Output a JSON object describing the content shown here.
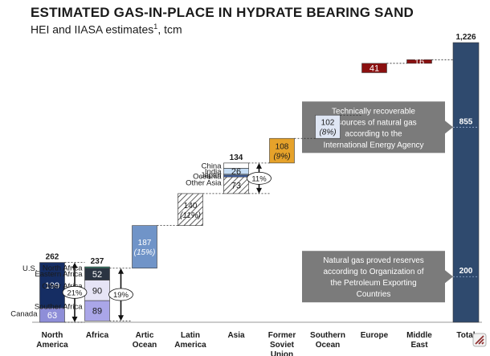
{
  "title": "ESTIMATED GAS-IN-PLACE IN HYDRATE BEARING SAND",
  "subtitle": "HEI and IIASA estimates",
  "subtitle_footnote": "1",
  "subtitle_unit": ", tcm",
  "chart_data": {
    "type": "bar",
    "subtype": "waterfall",
    "title": "ESTIMATED GAS-IN-PLACE IN HYDRATE BEARING SAND",
    "subtitle": "HEI and IIASA estimates, tcm",
    "categories": [
      "North America",
      "Africa",
      "Artic Ocean",
      "Latin America",
      "Asia",
      "Former Soviet Union",
      "Southern Ocean",
      "Europe",
      "Middle East",
      "Total"
    ],
    "category_lines": [
      [
        "North",
        "America"
      ],
      [
        "Africa"
      ],
      [
        "Artic",
        "Ocean"
      ],
      [
        "Latin",
        "America"
      ],
      [
        "Asia"
      ],
      [
        "Former",
        "Soviet",
        "Union"
      ],
      [
        "Southern",
        "Ocean"
      ],
      [
        "Europe"
      ],
      [
        "Middle",
        "East"
      ],
      [
        "Total"
      ]
    ],
    "ylim": [
      0,
      1226
    ],
    "grid": false,
    "legend": "none",
    "bars": [
      {
        "category": "North America",
        "start": 0,
        "segments": [
          {
            "name": "Canada",
            "value": 63,
            "label": "63",
            "color": "#8e8ed8",
            "text_color": "#ffffff"
          },
          {
            "name": "U.S.",
            "value": 199,
            "label": "199",
            "color": "#152d63",
            "text_color": "#ffffff"
          }
        ],
        "total_label": "262"
      },
      {
        "category": "Africa",
        "start": 6,
        "segments": [
          {
            "name": "Souther Africa",
            "value": 89,
            "label": "89",
            "color": "#aaa6e8",
            "text_color": "#1a1a1a"
          },
          {
            "name": "Other Africa",
            "value": 90,
            "label": "90",
            "color": "#e6e4f6",
            "text_color": "#1a1a1a"
          },
          {
            "name": "Eastern Africa",
            "value": 52,
            "label": "52",
            "color": "#2b3442",
            "text_color": "#ffffff"
          },
          {
            "name": "North Africa",
            "value": 6,
            "label": "",
            "color": "#2f7f6a",
            "text_color": "#ffffff"
          }
        ],
        "total_label": "237"
      },
      {
        "category": "Artic Ocean",
        "start": 237,
        "segments": [
          {
            "value": 187,
            "label": "187",
            "sublabel": "(15%)",
            "color": "#7094c8",
            "text_color": "#ffffff"
          }
        ]
      },
      {
        "category": "Latin America",
        "start": 424,
        "segments": [
          {
            "value": 140,
            "label": "140",
            "sublabel": "(11%)",
            "color": "hatch",
            "text_color": "#1a1a1a"
          }
        ]
      },
      {
        "category": "Asia",
        "start": 564,
        "segments": [
          {
            "name": "Other Asia",
            "value": 73,
            "label": "73",
            "color": "hatch",
            "text_color": "#1a1a1a"
          },
          {
            "name": "Oceania",
            "value": 8,
            "label": "",
            "color": "#3c5fa8",
            "text_color": "#ffffff"
          },
          {
            "name": "Japan",
            "value": 4,
            "label": "",
            "color": "#9ab6e0",
            "text_color": "#ffffff"
          },
          {
            "name": "India",
            "value": 26,
            "label": "26",
            "color": "#c4dcf4",
            "text_color": "#1a1a1a"
          },
          {
            "name": "China",
            "value": 23,
            "label": "",
            "color": "#ffffff",
            "text_color": "#1a1a1a"
          }
        ],
        "total_label": "134"
      },
      {
        "category": "Former Soviet Union",
        "start": 698,
        "segments": [
          {
            "value": 108,
            "label": "108",
            "sublabel": "(9%)",
            "color": "#e6a22a",
            "text_color": "#1a1a1a"
          }
        ]
      },
      {
        "category": "Southern Ocean",
        "start": 806,
        "segments": [
          {
            "value": 102,
            "label": "102",
            "sublabel": "(8%)",
            "color": "#dfe6f4",
            "text_color": "#1a1a1a"
          }
        ]
      },
      {
        "category": "Europe",
        "start": 1094,
        "segments": [
          {
            "value": 41,
            "label": "41",
            "color": "#8b1010",
            "text_color": "#ffffff"
          }
        ]
      },
      {
        "category": "Middle East",
        "start": 1135,
        "segments": [
          {
            "value": 16,
            "label": "16",
            "color": "#8b1010",
            "text_color": "#ffffff"
          }
        ]
      },
      {
        "category": "Total",
        "start": 0,
        "segments": [
          {
            "value": 1226,
            "label": "",
            "color": "#2f4a6e",
            "text_color": "#ffffff"
          }
        ],
        "total_label": "1,226"
      }
    ],
    "total_markers": [
      {
        "value": 855,
        "label": "855"
      },
      {
        "value": 200,
        "label": "200"
      }
    ],
    "brackets": [
      {
        "between": [
          "North America",
          "Africa"
        ],
        "from": 0,
        "to": 262,
        "label": "21%"
      },
      {
        "between": [
          "Africa",
          "Artic Ocean"
        ],
        "from": 6,
        "to": 237,
        "label": "19%"
      },
      {
        "between": [
          "Asia",
          "Former Soviet Union"
        ],
        "from": 564,
        "to": 698,
        "label": "11%"
      }
    ],
    "annotations": [
      {
        "text_lines": [
          "Technically recoverable",
          "resources of natural gas",
          "according to the",
          "International Energy Agency"
        ],
        "value": 855
      },
      {
        "text_lines": [
          "Natural gas proved reserves",
          "according to Organization of",
          "the Petroleum Exporting",
          "Countries"
        ],
        "value": 200
      }
    ]
  }
}
